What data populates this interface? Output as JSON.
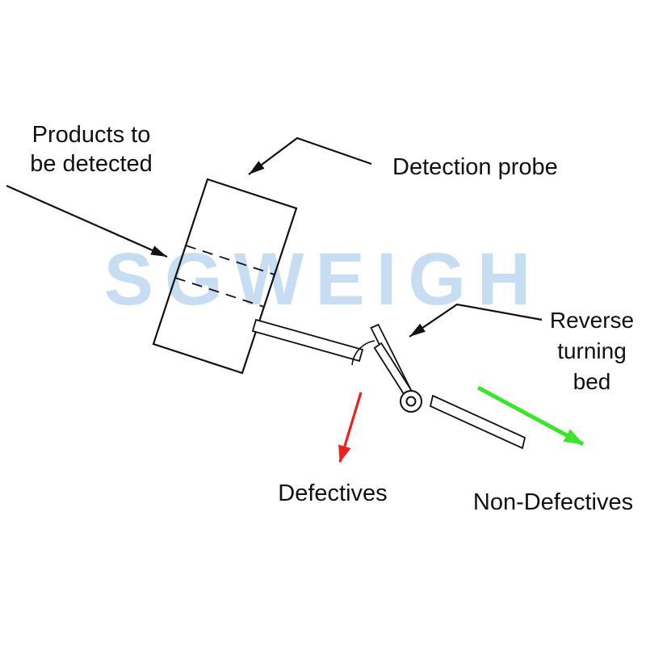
{
  "diagram": {
    "watermark": "SGWEIGH",
    "labels": {
      "products": {
        "line1": "Products to",
        "line2": "be detected"
      },
      "detection_probe": "Detection probe",
      "reverse_bed": {
        "line1": "Reverse",
        "line2": "turning",
        "line3": "bed"
      },
      "defectives": "Defectives",
      "non_defectives": "Non-Defectives"
    },
    "colors": {
      "outline": "#111111",
      "defectives_arrow": "#ee1f1f",
      "non_defectives_arrow": "#3ae52c",
      "watermark": "#b5d4ee"
    }
  }
}
